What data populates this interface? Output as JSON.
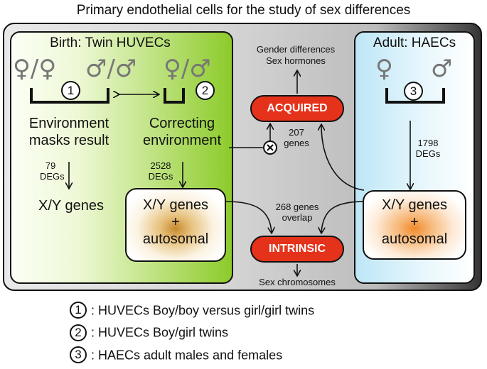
{
  "title": "Primary endothelial cells for the study of sex differences",
  "birth": {
    "title": "Birth: Twin HUVECs",
    "symbols_left": "♀/♀",
    "symbols_right_top": "♂/♂",
    "symbols_right": "♀/♂",
    "group1_num": "1",
    "group2_num": "2",
    "env_masks_line1": "Environment",
    "env_masks_line2": "masks result",
    "correcting_line1": "Correcting",
    "correcting_line2": "environment",
    "degs_79_num": "79",
    "degs_79_label": "DEGs",
    "degs_2528_num": "2528",
    "degs_2528_label": "DEGs",
    "xy_genes": "X/Y genes",
    "box_line1": "X/Y genes",
    "box_line2": "+",
    "box_line3": "autosomal"
  },
  "center": {
    "gender_line1": "Gender differences",
    "gender_line2": "Sex hormones",
    "acquired": "ACQUIRED",
    "genes207_num": "207",
    "genes207_label": "genes",
    "overlap_line1": "268 genes",
    "overlap_line2": "overlap",
    "intrinsic": "INTRINSIC",
    "sex_chromosomes": "Sex chromosomes"
  },
  "adult": {
    "title": "Adult: HAECs",
    "female": "♀",
    "male": "♂",
    "group3_num": "3",
    "degs_1798_num": "1798",
    "degs_1798_label": "DEGs",
    "box_line1": "X/Y genes",
    "box_line2": "+",
    "box_line3": "autosomal"
  },
  "legend": [
    {
      "num": "1",
      "text": ": HUVECs Boy/boy versus girl/girl twins"
    },
    {
      "num": "2",
      "text": ": HUVECs Boy/girl twins"
    },
    {
      "num": "3",
      "text": ": HAECs adult males and females"
    }
  ],
  "colors": {
    "pill_red": "#e5321b",
    "green_accent": "#8ccb2b",
    "blue_accent": "#bde6f6",
    "glow_orange": "#f08a2a"
  }
}
